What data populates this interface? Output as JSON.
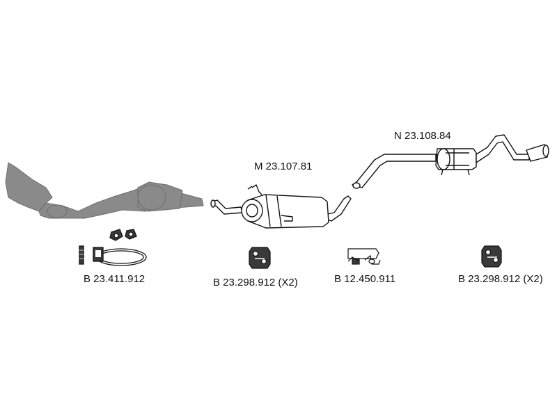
{
  "colors": {
    "pipe_fill": "#ffffff",
    "pipe_stroke": "#111111",
    "manifold_fill": "#8a8a8a",
    "hardware_fill": "#3a3a3a",
    "text": "#111111"
  },
  "parts": {
    "front_section": {
      "icon": "exhaust-manifold-downpipe"
    },
    "middle_muffler": {
      "label": "M 23.107.81",
      "icon": "middle-silencer"
    },
    "rear_muffler": {
      "label": "N 23.108.84",
      "icon": "rear-silencer-tailpipe"
    }
  },
  "hardware": {
    "clamp_kit": {
      "label": "B 23.411.912",
      "icon": "clamp-gasket-kit"
    },
    "hanger_middle": {
      "label": "B 23.298.912 (X2)",
      "icon": "rubber-hanger"
    },
    "clamp_middle": {
      "label": "B 12.450.911",
      "icon": "pipe-clamp"
    },
    "hanger_rear": {
      "label": "B 23.298.912 (X2)",
      "icon": "rubber-hanger"
    }
  }
}
